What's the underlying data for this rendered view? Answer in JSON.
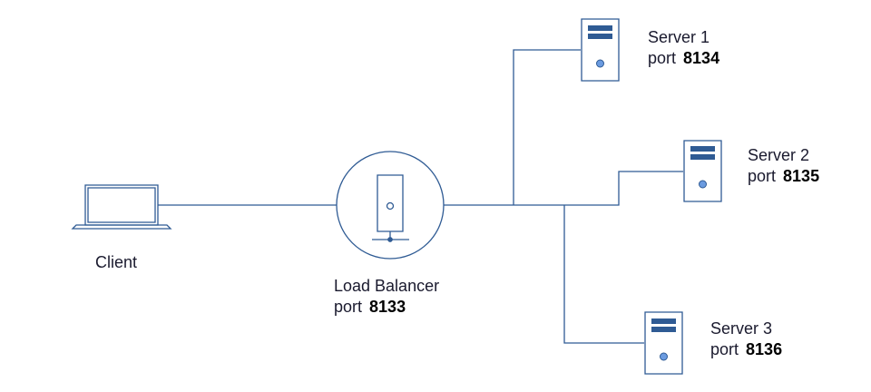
{
  "colors": {
    "stroke": "#2f5b94",
    "fill_dark": "#2f5b94",
    "fill_light": "#5b8fd6",
    "background": "#ffffff"
  },
  "client": {
    "label": "Client",
    "icon": "laptop-icon"
  },
  "load_balancer": {
    "label": "Load Balancer",
    "port_prefix": "port",
    "port": "8133",
    "icon": "load-balancer-icon"
  },
  "servers": [
    {
      "label": "Server 1",
      "port_prefix": "port",
      "port": "8134",
      "icon": "server-icon"
    },
    {
      "label": "Server 2",
      "port_prefix": "port",
      "port": "8135",
      "icon": "server-icon"
    },
    {
      "label": "Server 3",
      "port_prefix": "port",
      "port": "8136",
      "icon": "server-icon"
    }
  ]
}
